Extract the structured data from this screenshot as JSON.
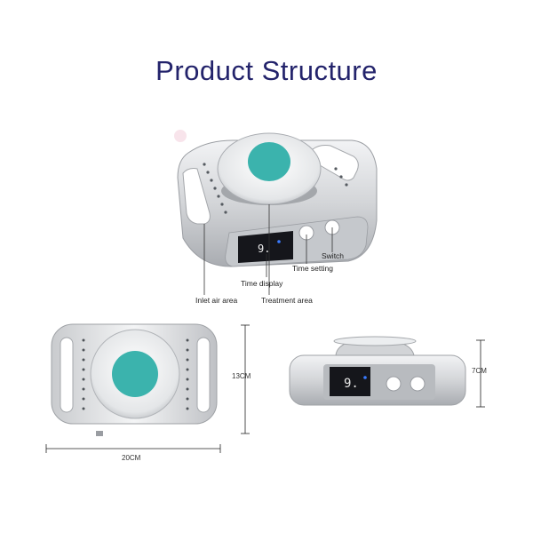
{
  "title": "Product Structure",
  "display_digit": "9.",
  "labels": {
    "switch": "Switch",
    "time_setting": "Time setting",
    "time_display": "Time display",
    "inlet_air_area": "Inlet air area",
    "treatment_area": "Treatment area"
  },
  "dimensions": {
    "height": "13CM",
    "width": "20CM",
    "depth": "7CM"
  },
  "colors": {
    "title": "#23236b",
    "treatment_pad": "#3bb3ad",
    "body_silver": "#d4d6d9",
    "display_panel": "#15161b",
    "indicator_dot": "#3a7bff"
  }
}
